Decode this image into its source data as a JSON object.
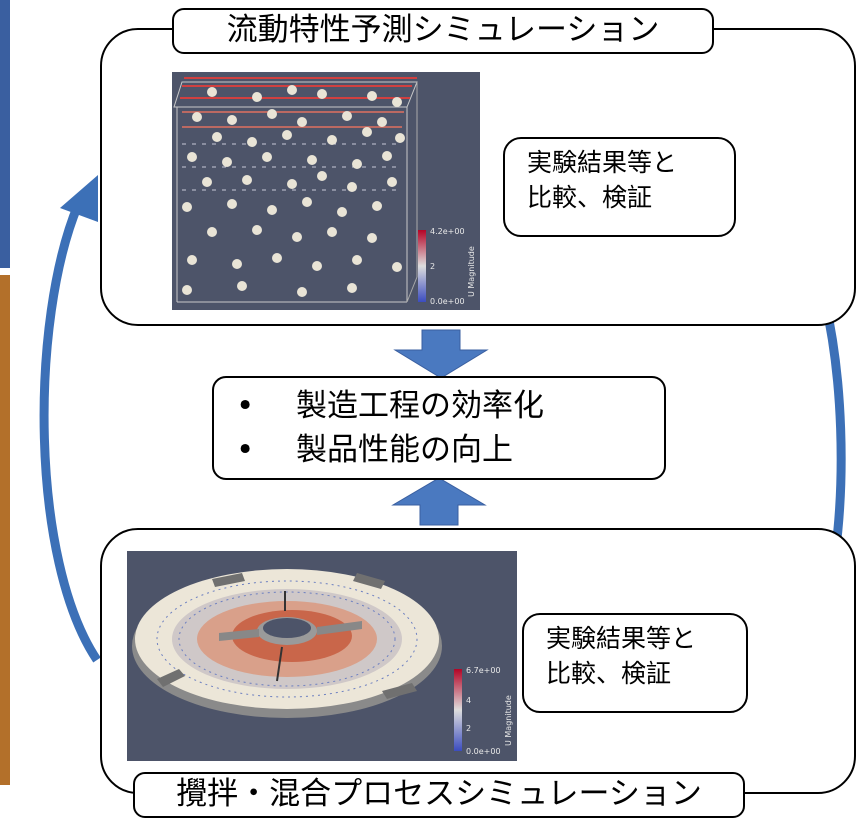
{
  "top_panel": {
    "title": "流動特性予測シミュレーション",
    "note_lines": [
      "実験結果等と",
      "比較、検証"
    ],
    "colorbar": {
      "max_label": "4.2e+00",
      "mid_label": "2",
      "min_label": "0.0e+00",
      "axis_label": "U Magnitude"
    }
  },
  "center": {
    "items": [
      "製造工程の効率化",
      "製品性能の向上"
    ],
    "bullet": "•"
  },
  "bottom_panel": {
    "title": "攪拌・混合プロセスシミュレーション",
    "note_lines": [
      "実験結果等と",
      "比較、検証"
    ],
    "colorbar": {
      "max_label": "6.7e+00",
      "mid_high_label": "4",
      "mid_low_label": "2",
      "min_label": "0.0e+00",
      "axis_label": "U Magnitude"
    }
  },
  "colors": {
    "arrow_blue": "#3c70b7",
    "sim_background": "#4d5469",
    "left_strip_top": "#3a5fa0",
    "left_strip_bottom": "#b3702a"
  }
}
